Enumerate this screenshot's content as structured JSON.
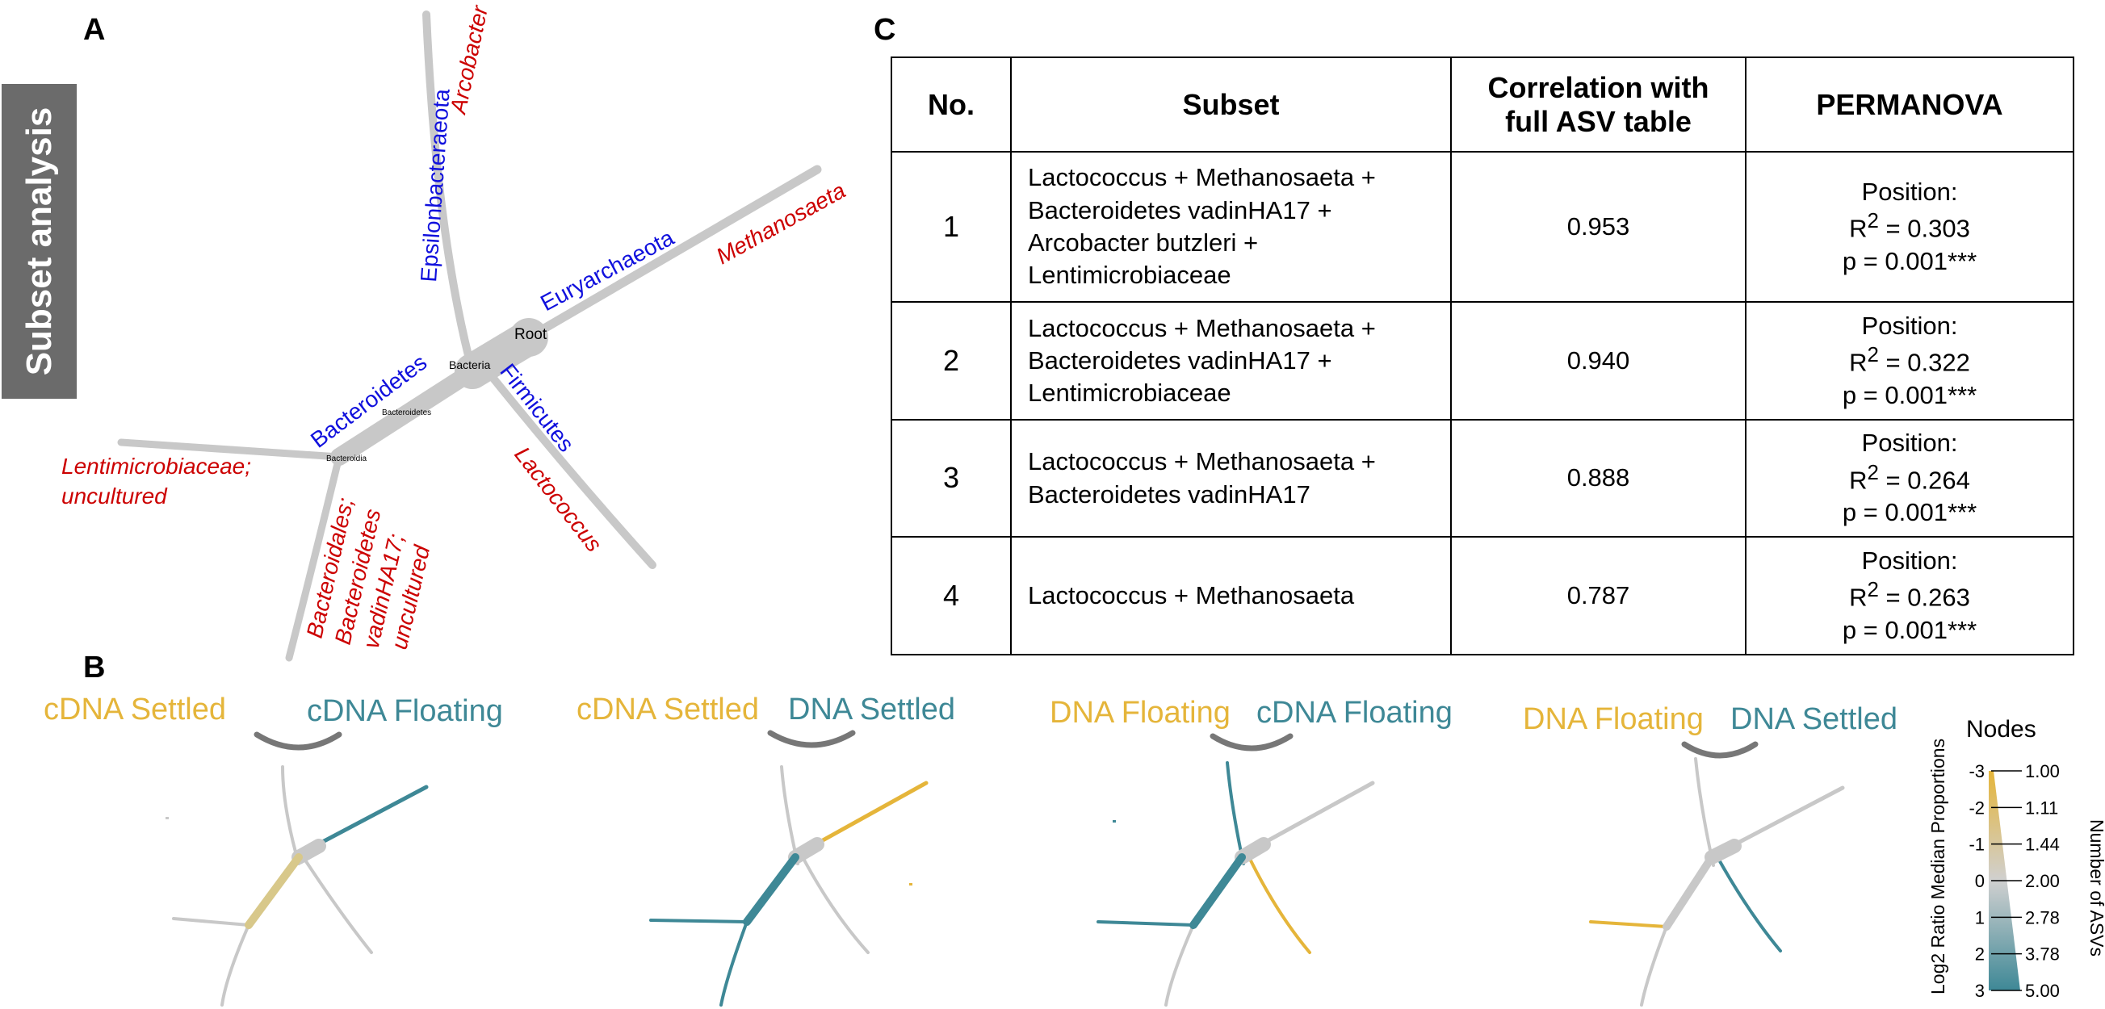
{
  "panel_labels": {
    "a": "A",
    "b": "B",
    "c": "C"
  },
  "side_tab": "Subset analysis",
  "colors": {
    "gold": "#e5b53a",
    "teal": "#3e8896",
    "gray": "#c8c8c8",
    "red": "#cc0000",
    "blue": "#1010dd"
  },
  "tree_labels": {
    "root": "Root",
    "bacteria": "Bacteria",
    "bacteroidetes_node": "Bacteroidetes",
    "bacteroidia_node": "Bacteroidia",
    "phyla": {
      "epsilonbacteraeota": "Epsilonbacteraeota",
      "euryarchaeota": "Euryarchaeota",
      "bacteroidetes": "Bacteroidetes",
      "firmicutes": "Firmicutes"
    },
    "taxa": {
      "arcobacter": "Arcobacter",
      "methanosaeta": "Methanosaeta",
      "lactococcus": "Lactococcus",
      "lentimicrobiaceae_1": "Lentimicrobiaceae;",
      "lentimicrobiaceae_2": "uncultured",
      "bacteroidales_1": "Bacteroidales;",
      "bacteroidales_2": "Bacteroidetes",
      "bacteroidales_3": "vadinHA17;",
      "bacteroidales_4": "uncultured"
    }
  },
  "table": {
    "headers": {
      "no": "No.",
      "subset": "Subset",
      "correlation_1": "Correlation with",
      "correlation_2": "full ASV table",
      "permanova": "PERMANOVA"
    },
    "rows": [
      {
        "no": "1",
        "subset": [
          "Lactococcus + Methanosaeta +",
          "Bacteroidetes vadinHA17 +",
          "Arcobacter butzleri +",
          "Lentimicrobiaceae"
        ],
        "correlation": "0.953",
        "position": "Position:",
        "r2_label": "R",
        "r2_sup": "2",
        "r2_value": " = 0.303",
        "p": "p = 0.001***"
      },
      {
        "no": "2",
        "subset": [
          "Lactococcus + Methanosaeta +",
          "Bacteroidetes vadinHA17 +",
          "Lentimicrobiaceae"
        ],
        "correlation": "0.940",
        "position": "Position:",
        "r2_label": "R",
        "r2_sup": "2",
        "r2_value": " = 0.322",
        "p": "p = 0.001***"
      },
      {
        "no": "3",
        "subset": [
          "Lactococcus + Methanosaeta +",
          "Bacteroidetes vadinHA17"
        ],
        "correlation": "0.888",
        "position": "Position:",
        "r2_label": "R",
        "r2_sup": "2",
        "r2_value": " = 0.264",
        "p": "p = 0.001***"
      },
      {
        "no": "4",
        "subset": [
          "Lactococcus + Methanosaeta"
        ],
        "correlation": "0.787",
        "position": "Position:",
        "r2_label": "R",
        "r2_sup": "2",
        "r2_value": " = 0.263",
        "p": "p = 0.001***"
      }
    ]
  },
  "comparisons": [
    {
      "left": "cDNA Settled",
      "right": "cDNA Floating"
    },
    {
      "left": "cDNA Settled",
      "right": "DNA Settled"
    },
    {
      "left": "DNA Floating",
      "right": "cDNA Floating"
    },
    {
      "left": "DNA Floating",
      "right": "DNA Settled"
    }
  ],
  "legend": {
    "title": "Nodes",
    "left_axis_label": "Log2 Ratio Median Proportions",
    "right_axis_label": "Number of ASVs",
    "log2_ticks": [
      "-3",
      "-2",
      "-1",
      "0",
      "1",
      "2",
      "3"
    ],
    "asv_ticks": [
      "1.00",
      "1.11",
      "1.44",
      "2.00",
      "2.78",
      "3.78",
      "5.00"
    ]
  }
}
